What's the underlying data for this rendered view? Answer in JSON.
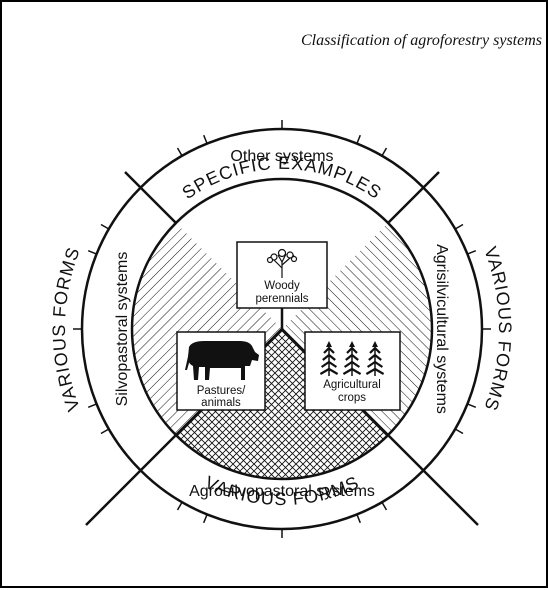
{
  "header": {
    "caption": "Classification of agroforestry systems"
  },
  "outer_labels": {
    "top": "SPECIFIC EXAMPLES",
    "left": "VARIOUS FORMS",
    "right": "VARIOUS FORMS",
    "bottom": "VARIOUS FORMS"
  },
  "ring_labels": {
    "top": "Other systems",
    "left": "Silvopastoral systems",
    "right": "Agrisilvicultural systems",
    "bottom": "Agrosilvopastoral systems"
  },
  "components": {
    "woody": {
      "line1": "Woody",
      "line2": "perennials",
      "icon": "tree-icon"
    },
    "pastures": {
      "line1": "Pastures/",
      "line2": "animals",
      "icon": "cow-icon"
    },
    "crops": {
      "line1": "Agricultural",
      "line2": "crops",
      "icon": "crops-icon"
    }
  },
  "colors": {
    "ink": "#111111",
    "background": "#ffffff"
  }
}
